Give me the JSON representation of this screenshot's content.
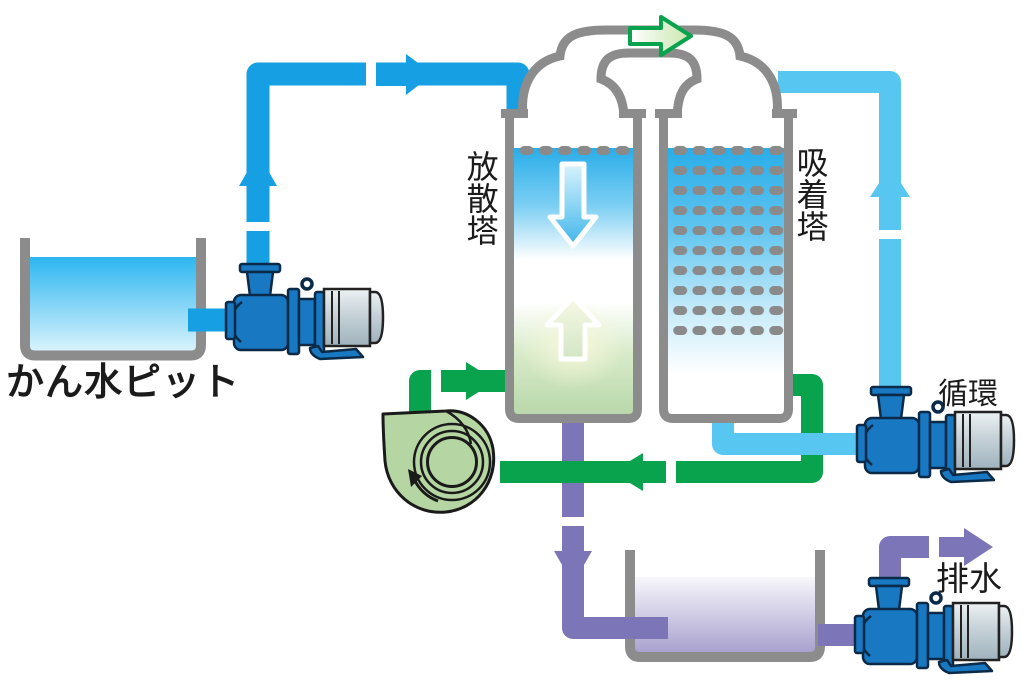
{
  "labels": {
    "brine_pit": "かん水ピット",
    "stripping_tower": "放散塔",
    "adsorption_tower": "吸着塔",
    "circulation": "循環",
    "drainage": "排水"
  },
  "colors": {
    "feed_pipe_blue": "#179FE3",
    "circulation_pipe_light_blue": "#57C7F1",
    "gas_pipe_green": "#0AA34D",
    "drain_pipe_purple": "#7C76B9",
    "structure_gray": "#8C8C8C",
    "pump_body_blue": "#1878C2",
    "motor_gray": "#C6D2D8",
    "blower_green": "#B5D6A3",
    "brine_water_blue": "#2CB6F0",
    "drain_water_purple": "#A8A1CE"
  },
  "icons": {
    "duct_flow_arrow": "right-arrow",
    "feed_flow_arrows": "up-arrow, right-arrow",
    "circulation_flow_arrow": "up-arrow",
    "gas_flow_arrows": "right-arrow, left-arrow",
    "drain_flow_arrows": "down-arrow, right-arrow",
    "tower_internal_arrows": "down-arrow, up-arrow",
    "blower_rotation_arrow": "counterclockwise-arrow"
  }
}
